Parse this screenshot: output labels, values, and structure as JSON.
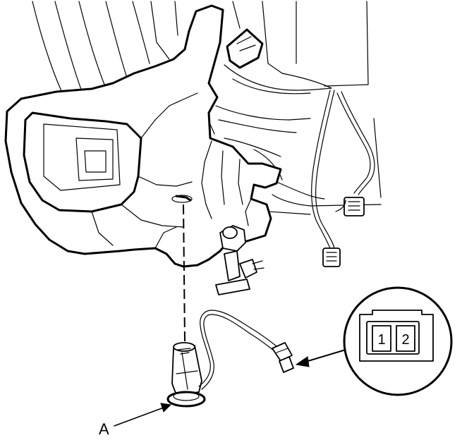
{
  "callout_label": "A",
  "connector": {
    "pins": [
      "1",
      "2"
    ]
  }
}
